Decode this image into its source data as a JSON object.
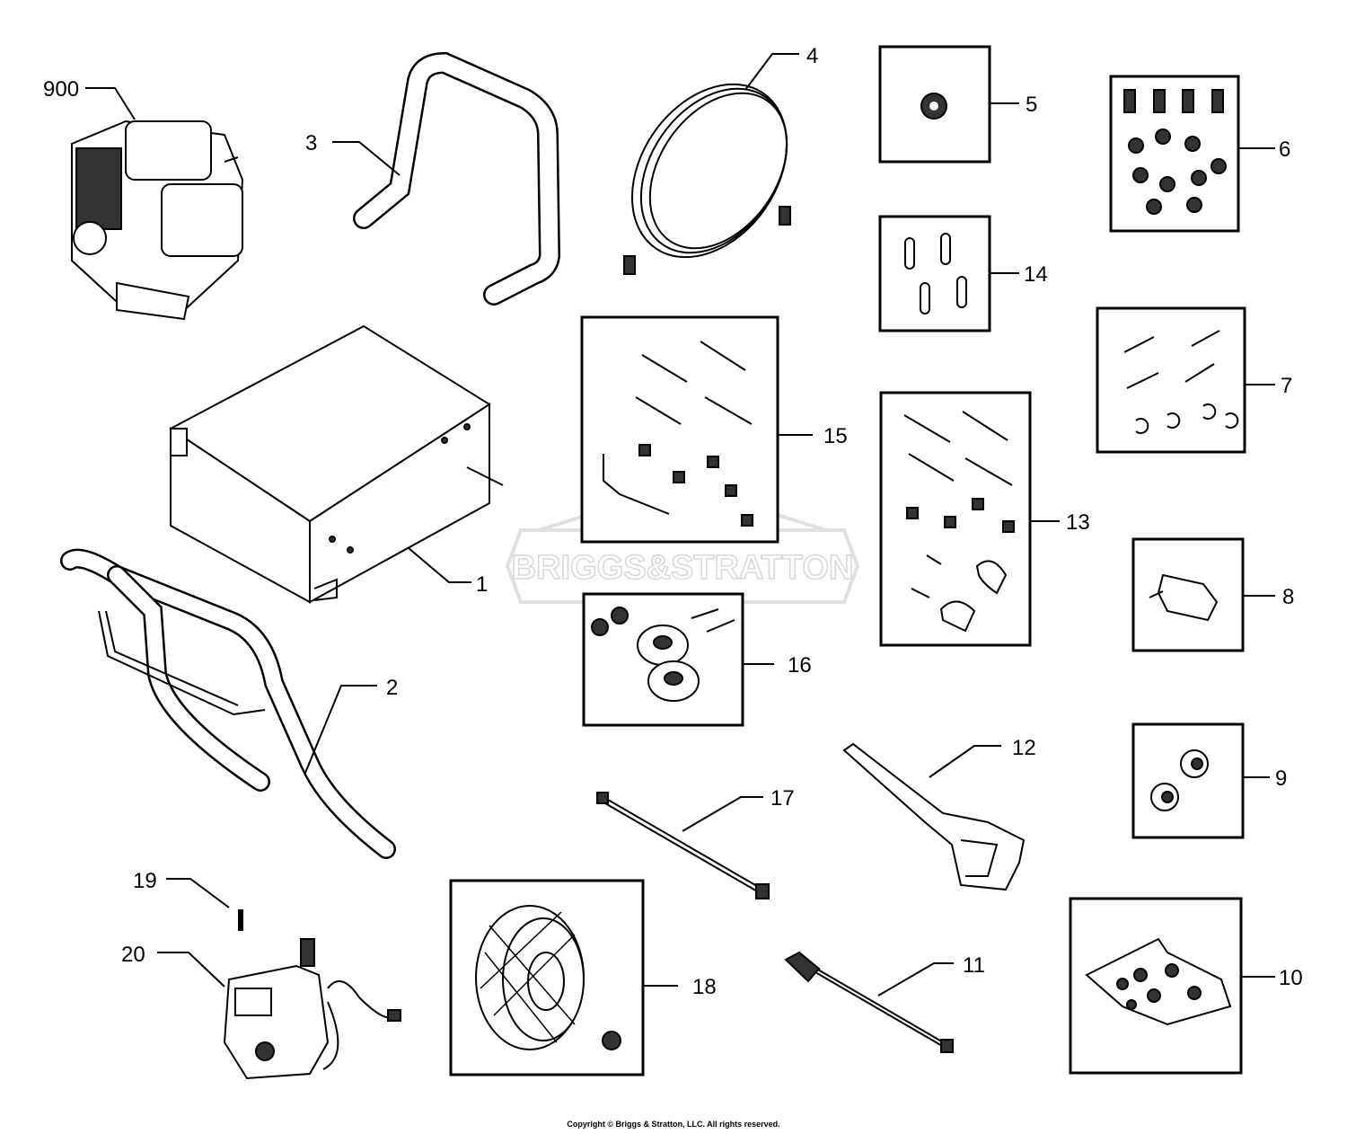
{
  "labels": {
    "p900": "900",
    "p1": "1",
    "p2": "2",
    "p3": "3",
    "p4": "4",
    "p5": "5",
    "p6": "6",
    "p7": "7",
    "p8": "8",
    "p9": "9",
    "p10": "10",
    "p11": "11",
    "p12": "12",
    "p13": "13",
    "p14": "14",
    "p15": "15",
    "p16": "16",
    "p17": "17",
    "p18": "18",
    "p19": "19",
    "p20": "20"
  },
  "watermark": "BRIGGS&STRATTON",
  "copyright": "Copyright © Briggs & Stratton, LLC. All rights reserved.",
  "colors": {
    "line": "#000000",
    "watermark": "#d8d8d8",
    "background": "#ffffff"
  }
}
